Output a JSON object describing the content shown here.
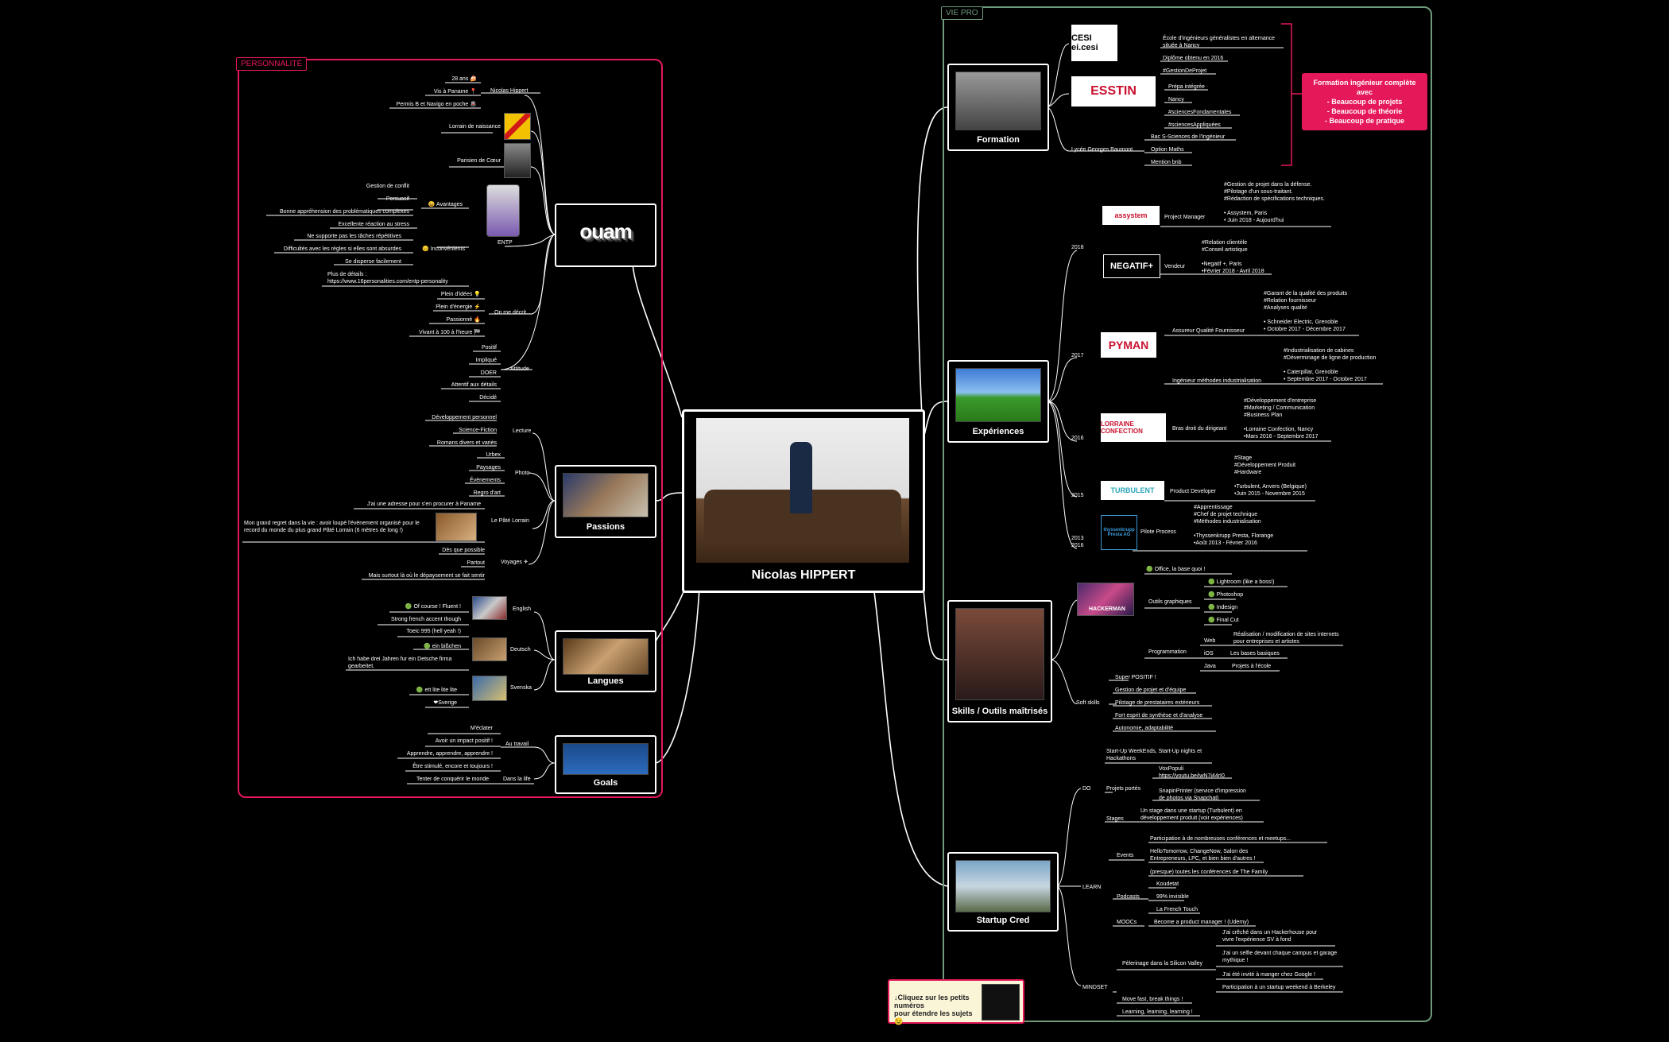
{
  "regions": {
    "personnalite": "PERSONNALITÉ",
    "viepro": "VIE PRO"
  },
  "center": {
    "title": "Nicolas HIPPERT"
  },
  "hubs": {
    "ouam": "",
    "passions": "Passions",
    "langues": "Langues",
    "goals": "Goals",
    "formation": "Formation",
    "experiences": "Expériences",
    "skills": "Skills / Outils maîtrisés",
    "startup": "Startup Cred"
  },
  "ouam_logo": "ouam",
  "personnalite": {
    "nicolas": "Nicolas Hippert",
    "age": "28 ans 🍰",
    "paname": "Vis à Paname 📍",
    "permis": "Permis B et Navigo en poche 🚇",
    "lorrain": "Lorrain de naissance",
    "parisien": "Parisien de Cœur",
    "entp": "ENTP",
    "avantages": "😀 Avantages",
    "av1": "Gestion de conflit",
    "av2": "Persuasif",
    "av3": "Bonne appréhension des problématiques complexes",
    "av4": "Excellente réaction au stress",
    "inconvenients": "😒 Inconvénients",
    "in1": "Ne supporte pas les tâches répétitives",
    "in2": "Difficultés avec les règles si elles sont absurdes",
    "in3": "Se disperse facilement",
    "details": "Plus de détails :\nhttps://www.16personalities.com/entp-personality",
    "ondecrit": "On me décrit...",
    "od1": "Plein d'idées 💡",
    "od2": "Plein d'énergie ⚡",
    "od3": "Passionné 🔥",
    "od4": "Vivant à 100 à l'heure 🏁",
    "attitude": "Attitude",
    "at1": "Positif",
    "at2": "Impliqué",
    "at3": "DOER",
    "at4": "Attentif aux détails",
    "at5": "Décidé"
  },
  "passions": {
    "lecture": "Lecture",
    "le1": "Développement personnel",
    "le2": "Science-Fiction",
    "le3": "Romans divers et variés",
    "photo": "Photo",
    "ph1": "Urbex",
    "ph2": "Paysages",
    "ph3": "Évènements",
    "ph4": "Regro d'art",
    "pate": "Le Pâté Lorrain",
    "pa1": "J'ai une adresse pour s'en procurer à Paname",
    "pa2": "Mon grand regret dans la vie : avoir loupé l'évènement organisé pour le\nrecord du monde du plus grand Pâté Lorrain (6 mètres de long !)",
    "voyages": "Voyages ✈",
    "vo1": "Dès que possible",
    "vo2": "Partout",
    "vo3": "Mais surtout là où le dépaysement se fait sentir"
  },
  "langues": {
    "english": "English",
    "en1": "🟢 Of course ! Fluent !",
    "en2": "Strong french accent though",
    "en3": "Toeic 995 (hell yeah !)",
    "deutsch": "Deutsch",
    "de1": "🟢 ein bißchen",
    "de2": "Ich habe drei Jahren fur ein Detsche firma\ngearbeitet.",
    "svenska": "Svenska",
    "sv1": "🟢 ett lite lite lite",
    "sv2": "❤Sverige"
  },
  "goals": {
    "travail": "Au travail",
    "tr1": "M'éclater",
    "tr2": "Avoir un impact positif !",
    "tr3": "Apprendre, apprendre, apprendre !",
    "tr4": "Être stimulé, encore et toujours !",
    "vie": "Dans la life",
    "vi1": "Tenter de conquérir le monde"
  },
  "formation": {
    "cesi_logo": "CESI ei.cesi",
    "cesi1": "École d'ingénieurs généralistes en alternance\nsituée à Nancy",
    "cesi2": "Diplôme obtenu en 2016",
    "cesi3": "#GestionDeProjet",
    "esstin_logo": "ESSTIN",
    "es1": "Prépa intégrée",
    "es2": "Nancy",
    "es3": "#sciencesFondamentales",
    "es4": "#sciencesAppliquées",
    "lycee": "Lycée Georges Baumont",
    "ly1": "Bac S-Sciences de l'Ingénieur",
    "ly2": "Option Maths",
    "ly3": "Mention bnb",
    "callout": "Formation ingénieur complète avec\n- Beaucoup de projets\n- Beaucoup de théorie\n- Beaucoup de pratique"
  },
  "experiences": {
    "y2018": "2018",
    "assystem_logo": "assystem",
    "pm": "Project Manager",
    "pm_desc": "#Gestion de projet dans la défense.\n#Pilotage d'un sous-traitant.\n#Rédaction de spécifications techniques.\n\n• Assystem, Paris\n• Juin 2018 - Aujourd'hui",
    "negatif_logo": "NEGATIF+",
    "vendeur": "Vendeur",
    "vendeur_desc": "#Relation clientèle\n#Conseil artistique\n\n•Negatif +, Paris\n•Février 2018 - Avril 2018",
    "y2017": "2017",
    "pyman_logo": "PYMAN",
    "aqf": "Assureur Qualité Fournisseur",
    "aqf_desc": "#Garant de la qualité des produits\n#Relation fournisseur\n#Analyses qualité\n\n• Schneider Electric, Grenoble\n• Octobre 2017 - Décembre 2017",
    "imi": "Ingénieur méthodes industrialisation",
    "imi_desc": "#Industrialisation de cabines\n#Déverminage de ligne de production\n\n• Caterpillar, Grenoble\n• Septembre 2017 - Octobre 2017",
    "y2016": "2016",
    "lorraine_logo": "LORRAINE CONFECTION",
    "brasdroit": "Bras droit du dirigeant",
    "bd_desc": "#Développement d'entreprise\n#Marketing / Communication\n#Business Plan\n\n•Lorraine Confection, Nancy\n•Mars 2016 - Septembre 2017",
    "y2015": "2015",
    "turbulent_logo": "TURBULENT",
    "pd": "Product Developer",
    "pd_desc": "#Stage\n#Développement Produit\n#Hardware\n\n•Turbulent, Anvers (Belgique)\n•Juin 2015 - Novembre 2015",
    "y2013": "2013\n2016",
    "thyssen_logo": "thyssenkrupp\nPresta AG",
    "pp": "Pilote Process",
    "pp_desc": "#Apprentissage\n#Chef de projet technique\n#Méthodes industrialisation\n\n•Thyssenkrupp Presta, Florange\n•Août 2013 - Février 2016"
  },
  "skills": {
    "office": "🟢 Office, la base quoi !",
    "graphiques": "Outils graphiques",
    "g1": "🟢 Lightroom (like a boss!)",
    "g2": "🟢 Photoshop",
    "g3": "🟢 Indesign",
    "g4": "🟢 Final Cut",
    "prog": "Programmation",
    "web": "Web",
    "web_desc": "Réalisation / modification de sites internets\npour entreprises et artistes",
    "ios": "iOS",
    "ios_desc": "Les bases basiques",
    "java": "Java",
    "java_desc": "Projets à l'école",
    "soft": "Soft skills",
    "s1": "Super POSITIF !",
    "s2": "Gestion de projet et d'équipe",
    "s3": "Pilotage de prestataires extérieurs",
    "s4": "Fort esprit de synthèse et d'analyse",
    "s5": "Autonomie, adaptabilité",
    "hacker": "HACKERMAN"
  },
  "startup": {
    "do": "DO",
    "do1": "Start-Up WeekEnds, Start-Up nights et\nHackathons",
    "projets": "Projets portés",
    "pr1": "VoxPopuli\nhttps://youtu.be/iwN7j44rI0",
    "pr2": "SnapinPrinter (service d'impression\nde photos via Snapchat)",
    "stages": "Stages",
    "st1": "Un stage dans une startup (Turbulent) en\ndéveloppement produit (voir expériences)",
    "learn": "LEARN",
    "events": "Events",
    "ev1": "Participation à de nombreuses conférences et meetups...",
    "ev2": "HelloTomorrow, ChangeNow, Salon des\nEntrepreneurs, LPC, et bien bien d'autres !",
    "ev3": "(presque) toutes les conférences de The Family",
    "podcasts": "Podcasts",
    "po1": "Koudetat",
    "po2": "99% invisible",
    "po3": "La French Touch",
    "moocs": "MOOCs",
    "mo1": "Become a product manager ! (Udemy)",
    "mindset": "MINDSET",
    "pelerinage": "Pèlerinage dans la Silicon Valley",
    "pe1": "J'ai crêché dans un Hackerhouse pour\nvivre l'expérience SV à fond",
    "pe2": "J'ai un selfie devant chaque campus et garage\nmythique !",
    "pe3": "J'ai été invité à manger chez Google !",
    "pe4": "Participation à un startup weekend à Berkeley",
    "mi2": "Move fast, break things !",
    "mi3": "Learning, learning, learning !"
  },
  "note": "↓Cliquez sur les petits numéros\npour étendre les sujets 😉",
  "colors": {
    "personnalite": "#e5185a",
    "viepro": "#6f9a7c",
    "callout": "#e5185a"
  }
}
